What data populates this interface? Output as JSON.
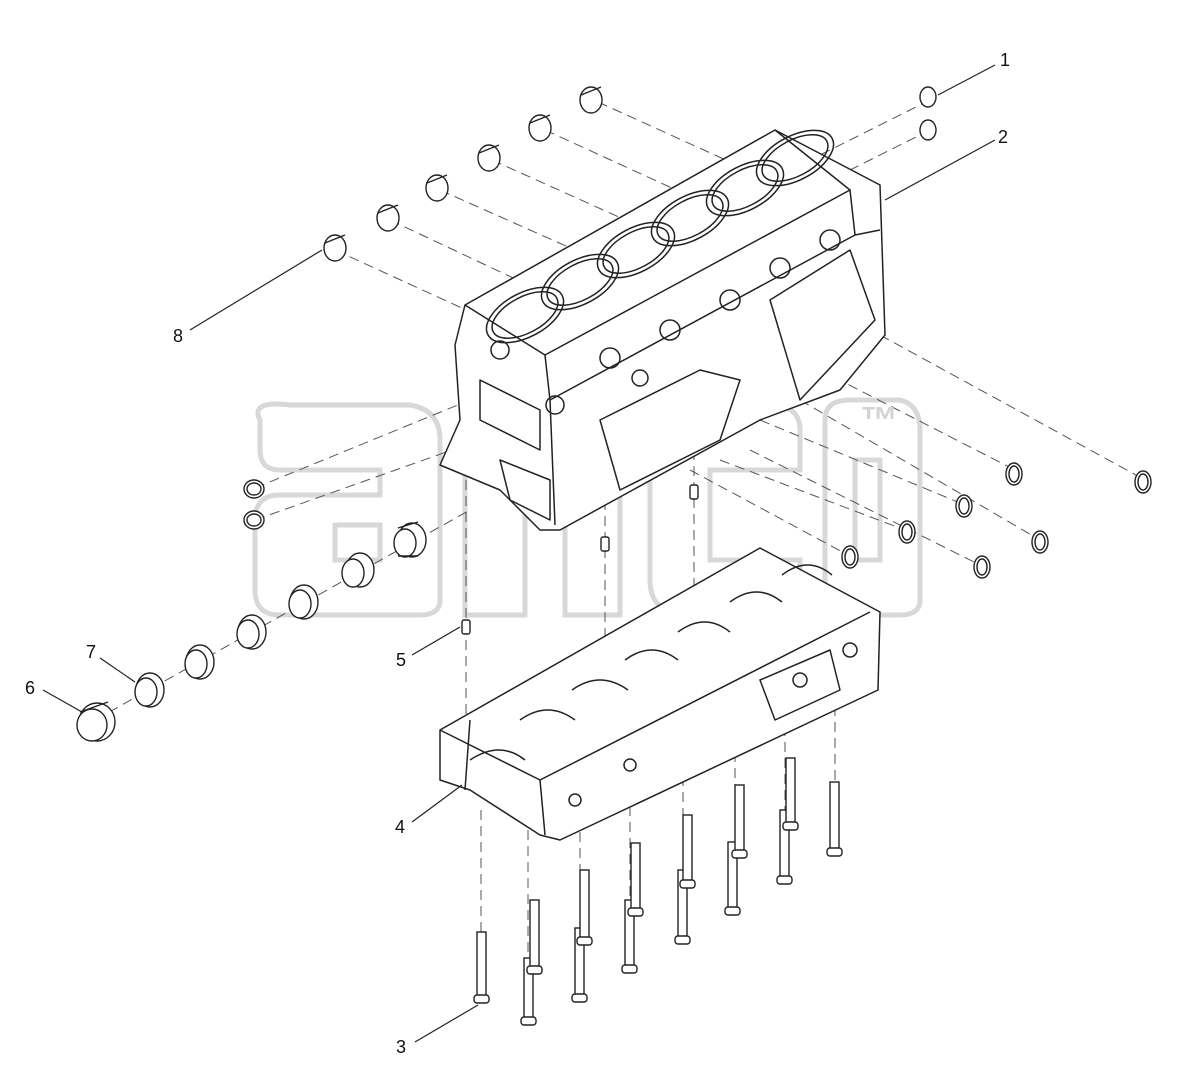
{
  "callouts": {
    "c1": "1",
    "c2": "2",
    "c3": "3",
    "c4": "4",
    "c5": "5",
    "c6": "6",
    "c7": "7",
    "c8": "8"
  },
  "watermark": {
    "trademark": "™"
  },
  "colors": {
    "line": "#222222",
    "watermark": "#d8d8d8"
  }
}
